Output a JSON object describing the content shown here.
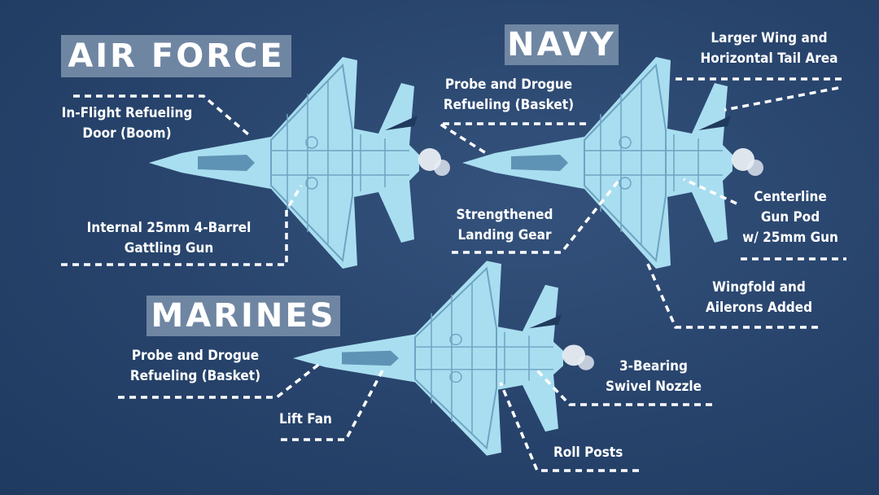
{
  "titles": {
    "air_force": "AIR FORCE",
    "navy": "NAVY",
    "marines": "MARINES"
  },
  "air_force": {
    "refuel": [
      "In-Flight Refueling",
      "Door (Boom)"
    ],
    "gun": [
      "Internal 25mm 4-Barrel",
      "Gattling Gun"
    ]
  },
  "navy": {
    "wing": [
      "Larger Wing and",
      "Horizontal Tail Area"
    ],
    "refuel": [
      "Probe and Drogue",
      "Refueling (Basket)"
    ],
    "gear": [
      "Strengthened",
      "Landing Gear"
    ],
    "gun": [
      "Centerline",
      "Gun Pod",
      "w/ 25mm Gun"
    ],
    "wingfold": [
      "Wingfold and",
      "Ailerons Added"
    ]
  },
  "marines": {
    "refuel": [
      "Probe and Drogue",
      "Refueling (Basket)"
    ],
    "liftfan": "Lift Fan",
    "nozzle": [
      "3-Bearing",
      "Swivel Nozzle"
    ],
    "rollposts": "Roll Posts"
  },
  "colors": {
    "background": "#27436b",
    "title_box": "#6f86a3",
    "jet": "#a9def0",
    "jet_detail": "#5f93b5"
  }
}
